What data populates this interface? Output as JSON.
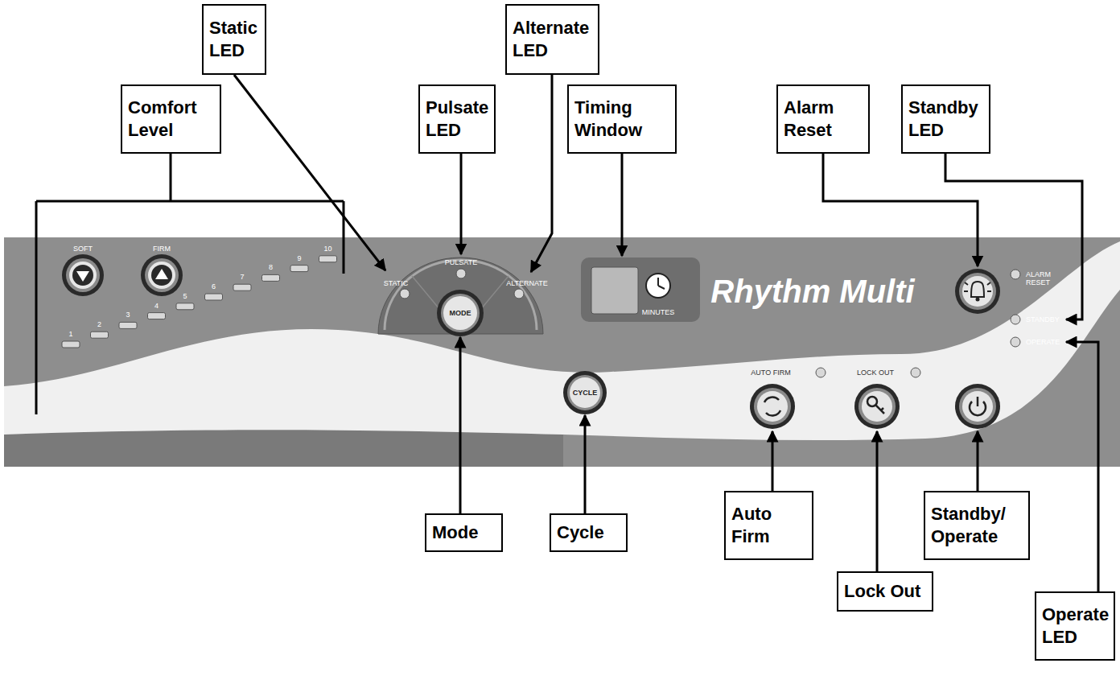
{
  "diagram": {
    "nodes": [
      {
        "text": [
          "Static LED"
        ]
      },
      {
        "text": [
          "Alternate LED"
        ]
      },
      {
        "text": [
          "Comfort Level"
        ]
      },
      {
        "text": [
          "Pulsate LED"
        ]
      },
      {
        "text": [
          "Timing Window"
        ]
      },
      {
        "text": [
          "Alarm Reset"
        ]
      },
      {
        "text": [
          "Standby LED"
        ]
      },
      {
        "text": [
          "SOFT",
          "FIRM",
          "1",
          "2",
          "3",
          "4",
          "5",
          "6",
          "7",
          "8",
          "9",
          "10",
          "STATIC",
          "PULSATE",
          "ALTERNATE",
          "MINUTES",
          "Rhythm Multi",
          "AUTO FIRM",
          "LOCK OUT",
          "ALARM RESET",
          "STANDBY",
          "OPERATE"
        ]
      },
      {
        "text": [
          "MODE"
        ],
        "in": 7
      },
      {
        "text": [
          "CYCLE"
        ],
        "in": 7
      },
      {
        "text": [
          "Mode"
        ]
      },
      {
        "text": [
          "Cycle"
        ]
      },
      {
        "text": [
          "Auto Firm"
        ]
      },
      {
        "text": [
          "Standby/ Operate"
        ]
      },
      {
        "text": [
          "Lock Out"
        ]
      },
      {
        "text": [
          "Operate LED"
        ]
      }
    ],
    "edges": [
      {
        "from": 10,
        "to": 8,
        "arrow": "to"
      },
      {
        "from": 11,
        "to": 9,
        "arrow": "to"
      }
    ]
  }
}
